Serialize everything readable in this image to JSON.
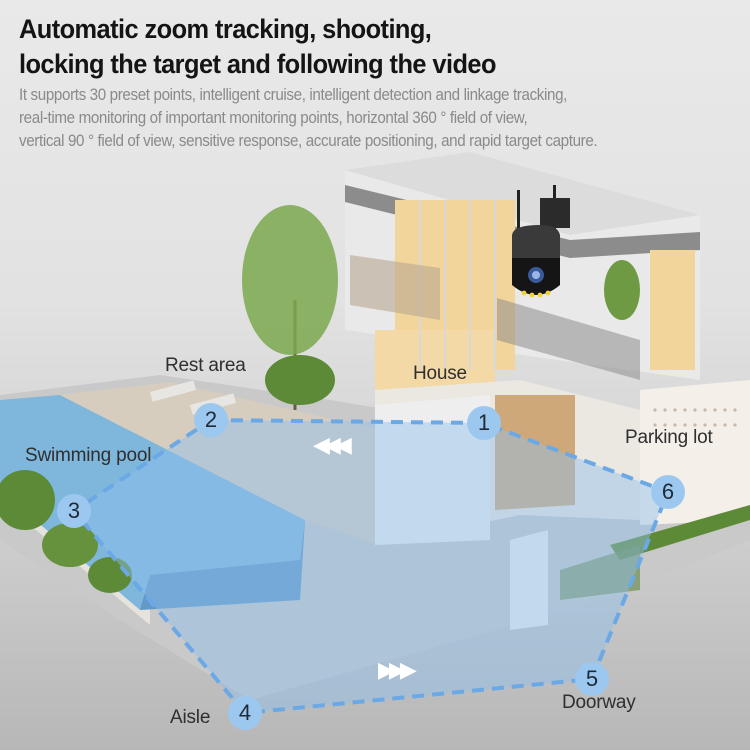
{
  "header": {
    "title_line1": "Automatic zoom tracking, shooting,",
    "title_line2": "locking the target and following the video",
    "description_lines": [
      "It supports 30 preset points, intelligent cruise, intelligent detection and linkage tracking,",
      "real-time monitoring of important monitoring points, horizontal 360 ° field of view,",
      "vertical 90 ° field of view, sensitive response, accurate positioning, and rapid target capture."
    ]
  },
  "scene": {
    "product": "ptz-dome-security-camera",
    "colors": {
      "path_fill": "#8fbfee",
      "path_stroke": "#6aa8e6",
      "marker": "#9cc8f0",
      "pool": "#7fb6dc",
      "deck": "#d8cfc2",
      "house_wall": "#f1f1f1",
      "window_glow": "#f2d59a",
      "greenery": "#5d8a37"
    },
    "markers": [
      {
        "number": "1",
        "label": "House"
      },
      {
        "number": "2",
        "label": "Rest area"
      },
      {
        "number": "3",
        "label": "Swimming pool"
      },
      {
        "number": "4",
        "label": "Aisle"
      },
      {
        "number": "5",
        "label": "Doorway"
      },
      {
        "number": "6",
        "label": "Parking lot"
      }
    ],
    "direction_arrows": [
      {
        "glyph": "◀◀◀",
        "direction": "left"
      },
      {
        "glyph": "▶▶▶",
        "direction": "right"
      }
    ]
  }
}
